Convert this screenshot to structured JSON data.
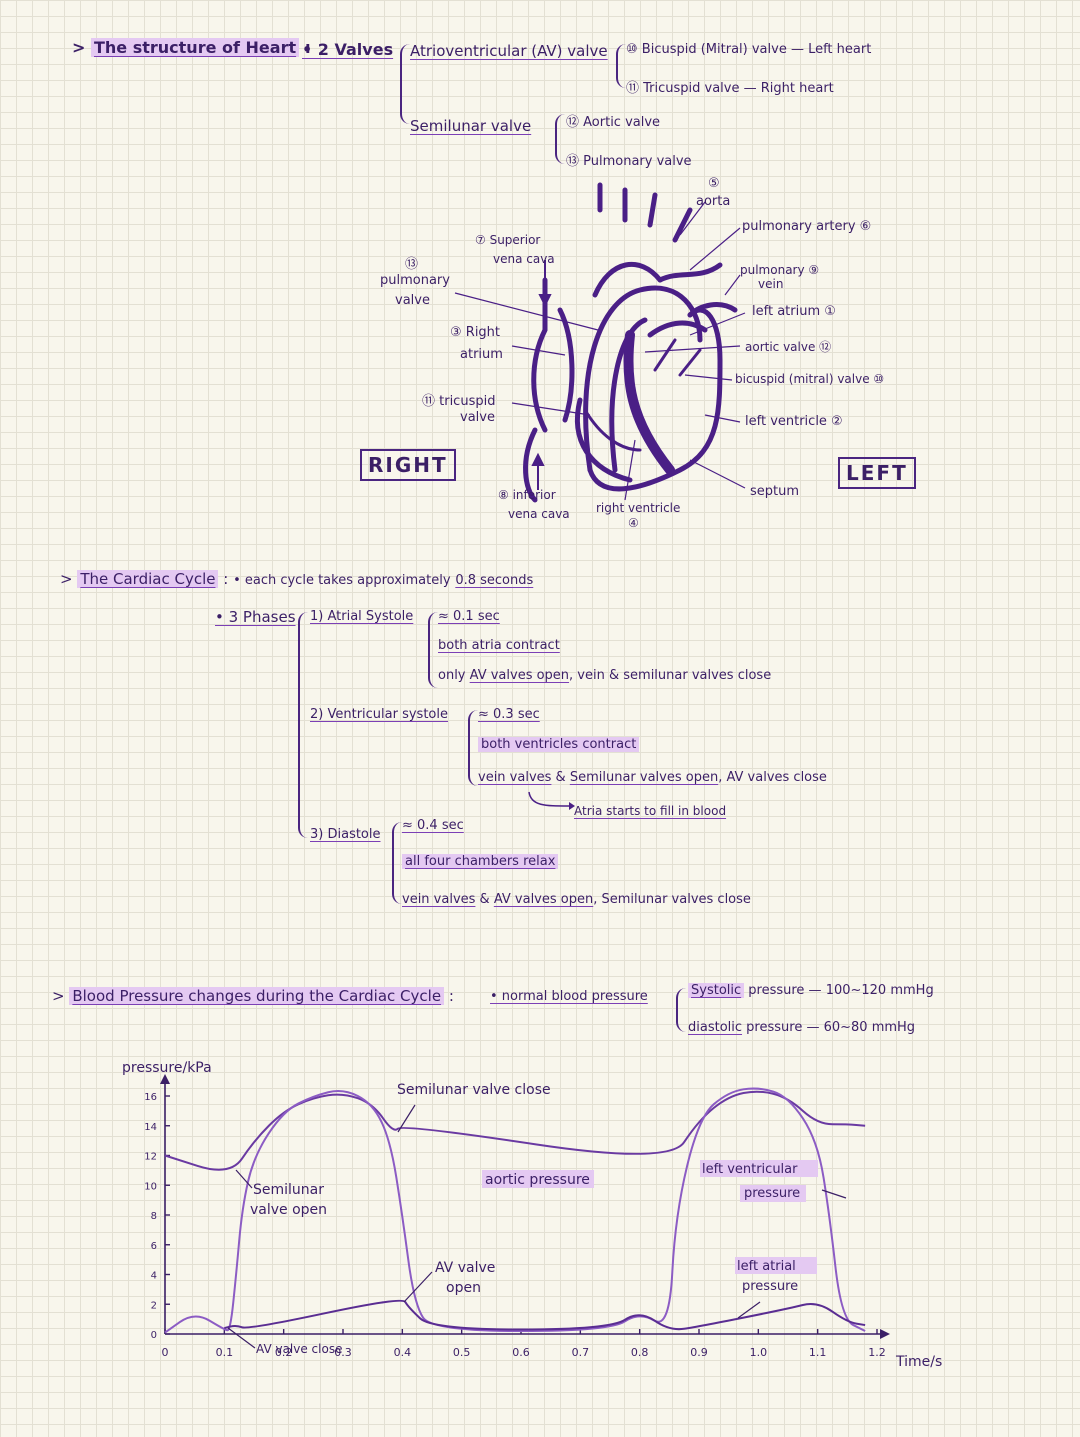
{
  "heart": {
    "title": "The structure of Heart",
    "valves_label": "• 2 Valves",
    "av_valve": "Atrioventricular (AV) valve",
    "semilunar_valve": "Semilunar valve",
    "bicuspid": "⑩ Bicuspid (Mitral) valve — Left heart",
    "tricuspid": "⑪ Tricuspid valve — Right heart",
    "aortic": "⑫ Aortic valve",
    "pulmonary": "⑬ Pulmonary valve",
    "right_box": "RIGHT",
    "left_box": "LEFT",
    "labels": {
      "aorta_num": "⑤",
      "aorta": "aorta",
      "pulmonary_artery": "pulmonary artery ⑥",
      "pulmonary_vein_1": "pulmonary ⑨",
      "pulmonary_vein_2": "vein",
      "left_atrium": "left atrium ①",
      "aortic_valve": "aortic valve ⑫",
      "bicuspid_valve": "bicuspid (mitral) valve ⑩",
      "left_ventricle": "left ventricle ②",
      "septum": "septum",
      "right_ventricle": "right ventricle",
      "right_ventricle_num": "④",
      "ivc_1": "⑧ inferior",
      "ivc_2": "vena cava",
      "tricuspid_1": "⑪ tricuspid",
      "tricuspid_2": "valve",
      "right_atrium_1": "③ Right",
      "right_atrium_2": "atrium",
      "pv_num": "⑬",
      "pv_1": "pulmonary",
      "pv_2": "valve",
      "svc_1": "⑦ Superior",
      "svc_2": "vena cava"
    }
  },
  "cycle": {
    "title": "The Cardiac Cycle",
    "intro": "• each cycle takes approximately",
    "duration": "0.8 seconds",
    "phases_label": "• 3 Phases",
    "p1_label": "1) Atrial Systole",
    "p1_time": "≈ 0.1 sec",
    "p1_a": "both atria contract",
    "p1_b_pre": "only",
    "p1_b_ul": "AV valves open",
    "p1_b_post": ", vein & semilunar valves close",
    "p2_label": "2) Ventricular systole",
    "p2_time": "≈ 0.3 sec",
    "p2_a": "both ventricles contract",
    "p2_b_ul1": "vein valves",
    "p2_b_amp": " & ",
    "p2_b_ul2": "Semilunar valves open",
    "p2_b_post": ", AV valves close",
    "p2_c": "Atria starts to fill in blood",
    "p3_label": "3) Diastole",
    "p3_time": "≈ 0.4 sec",
    "p3_a": "all four chambers relax",
    "p3_b_ul1": "vein valves",
    "p3_b_amp": " & ",
    "p3_b_ul2": "AV valves open",
    "p3_b_post": ", Semilunar valves close"
  },
  "bp": {
    "title": "Blood Pressure changes during the Cardiac Cycle",
    "normal": "• normal blood pressure",
    "systolic_ul": "Systolic",
    "systolic_rest": " pressure — 100~120 mmHg",
    "diastolic_ul": "diastolic",
    "diastolic_rest": " pressure — 60~80 mmHg"
  },
  "chart_data": {
    "type": "line",
    "title": "",
    "xlabel": "Time/s",
    "ylabel": "pressure/kPa",
    "xlim": [
      0,
      1.2
    ],
    "ylim": [
      0,
      16
    ],
    "x_ticks": [
      "0",
      "0.1",
      "0.2",
      "0.3",
      "0.4",
      "0.5",
      "0.6",
      "0.7",
      "0.8",
      "0.9",
      "1.0",
      "1.1",
      "1.2"
    ],
    "y_ticks": [
      "0",
      "2",
      "4",
      "6",
      "8",
      "10",
      "12",
      "14",
      "16"
    ],
    "series": [
      {
        "name": "aortic pressure",
        "color": "#6a3aa2",
        "points": [
          [
            0,
            12
          ],
          [
            0.11,
            10.6
          ],
          [
            0.15,
            13
          ],
          [
            0.2,
            15
          ],
          [
            0.25,
            15.9
          ],
          [
            0.3,
            16.2
          ],
          [
            0.35,
            15.5
          ],
          [
            0.385,
            13.5
          ],
          [
            0.4,
            14.1
          ],
          [
            0.85,
            11.4
          ],
          [
            0.9,
            14.4
          ],
          [
            0.95,
            16
          ],
          [
            1.0,
            16.4
          ],
          [
            1.05,
            15.9
          ],
          [
            1.1,
            14.1
          ],
          [
            1.15,
            14.1
          ],
          [
            1.18,
            14
          ]
        ]
      },
      {
        "name": "left ventricular pressure",
        "color": "#8c5cc4",
        "points": [
          [
            0,
            0.1
          ],
          [
            0.05,
            1.5
          ],
          [
            0.1,
            0.3
          ],
          [
            0.11,
            0.2
          ],
          [
            0.12,
            4
          ],
          [
            0.13,
            8.5
          ],
          [
            0.15,
            12
          ],
          [
            0.2,
            15
          ],
          [
            0.25,
            16
          ],
          [
            0.3,
            16.5
          ],
          [
            0.35,
            15.5
          ],
          [
            0.38,
            13
          ],
          [
            0.4,
            8
          ],
          [
            0.42,
            2
          ],
          [
            0.45,
            0.2
          ],
          [
            0.75,
            0.2
          ],
          [
            0.8,
            1.5
          ],
          [
            0.85,
            0.3
          ],
          [
            0.86,
            8
          ],
          [
            0.9,
            14.6
          ],
          [
            0.95,
            16.3
          ],
          [
            1.0,
            16.6
          ],
          [
            1.05,
            16
          ],
          [
            1.1,
            13
          ],
          [
            1.12,
            8
          ],
          [
            1.14,
            1
          ],
          [
            1.18,
            0.2
          ]
        ]
      },
      {
        "name": "left atrial pressure",
        "color": "#5a2d92",
        "points": [
          [
            0.1,
            0.4
          ],
          [
            0.12,
            0.6
          ],
          [
            0.14,
            0.3
          ],
          [
            0.4,
            2.5
          ],
          [
            0.41,
            1.8
          ],
          [
            0.45,
            0.3
          ],
          [
            0.75,
            0.3
          ],
          [
            0.8,
            1.6
          ],
          [
            0.85,
            0.2
          ],
          [
            0.9,
            0.5
          ],
          [
            1.05,
            1.7
          ],
          [
            1.1,
            2.2
          ],
          [
            1.15,
            0.8
          ],
          [
            1.18,
            0.6
          ]
        ]
      }
    ],
    "annotations": [
      "Semilunar valve close",
      "Semilunar valve open",
      "AV valve open",
      "AV valve close",
      "aortic pressure",
      "left ventricular pressure",
      "left atrial pressure"
    ],
    "annotation_lines": [
      "Semilunar",
      "valve open",
      "AV valve",
      "open",
      "left ventricular",
      "pressure",
      "left atrial",
      "pressure"
    ]
  }
}
